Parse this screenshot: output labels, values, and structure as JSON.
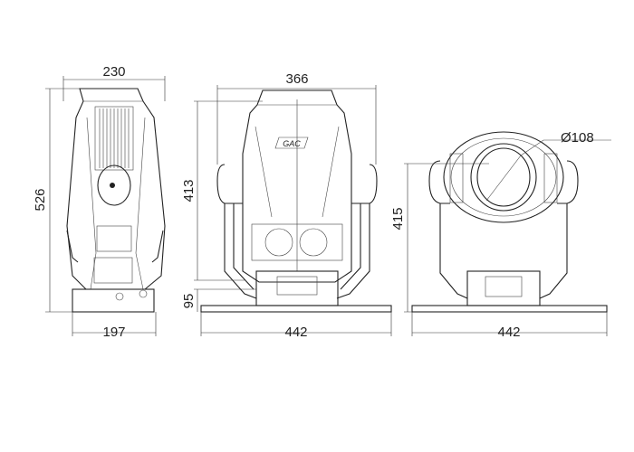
{
  "title": "Moving head fixture dimension drawing",
  "side_view": {
    "top_width": "230",
    "height": "526",
    "base_width": "197"
  },
  "front_view": {
    "width": "366",
    "head_height": "413",
    "base_height": "95",
    "base_width": "442",
    "logo": "GAC"
  },
  "rear_view": {
    "height": "415",
    "base_width": "442",
    "lens_diameter": "Ø108"
  }
}
